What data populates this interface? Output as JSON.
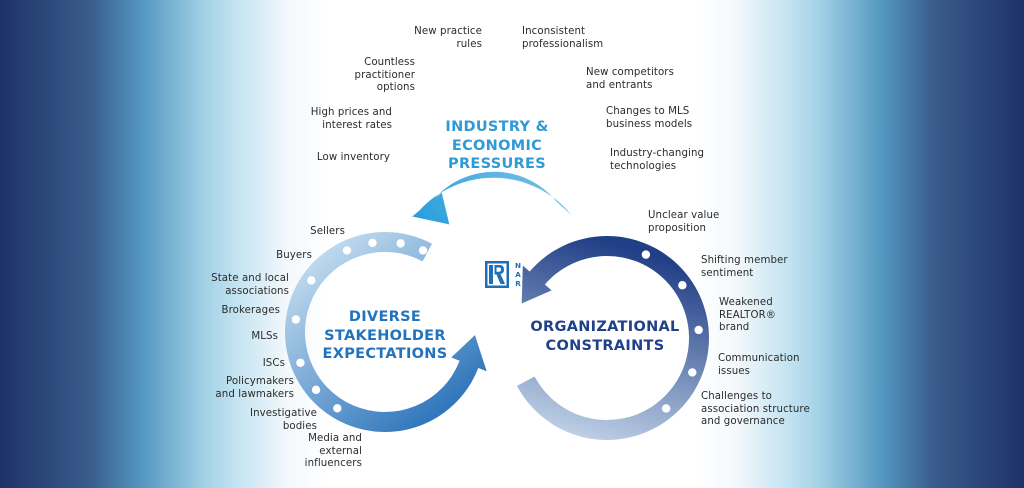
{
  "colors": {
    "industry_start": "#2a9fdc",
    "industry_end": "#b9dcf0",
    "industry_title": "#2e9ad6",
    "stakeholder_start": "#c3dcef",
    "stakeholder_end": "#1f6bb6",
    "stakeholder_title": "#2273bb",
    "org_start": "#213f86",
    "org_end": "#c9daec",
    "org_title": "#20418a",
    "logo": "#1c6fb8"
  },
  "logo": {
    "icon": "realtor-r-logo",
    "text": "NAR"
  },
  "sections": [
    {
      "id": "industry",
      "title": "INDUSTRY &\nECONOMIC\nPRESSURES",
      "items_left": [
        "New practice\nrules",
        "Countless\npractitioner\noptions",
        "High prices and\ninterest rates",
        "Low inventory"
      ],
      "items_right": [
        "Inconsistent\nprofessionalism",
        "New competitors\nand entrants",
        "Changes to MLS\nbusiness models",
        "Industry-changing\ntechnologies"
      ]
    },
    {
      "id": "stakeholder",
      "title": "DIVERSE\nSTAKEHOLDER\nEXPECTATIONS",
      "items": [
        "Sellers",
        "Buyers",
        "State and local\nassociations",
        "Brokerages",
        "MLSs",
        "ISCs",
        "Policymakers\nand lawmakers",
        "Investigative\nbodies",
        "Media and\nexternal\ninfluencers"
      ]
    },
    {
      "id": "org",
      "title": "ORGANIZATIONAL\nCONSTRAINTS",
      "items": [
        "Unclear value\nproposition",
        "Shifting member\nsentiment",
        "Weakened\nREALTOR®\nbrand",
        "Communication\nissues",
        "Challenges to\nassociation structure\nand governance"
      ]
    }
  ]
}
